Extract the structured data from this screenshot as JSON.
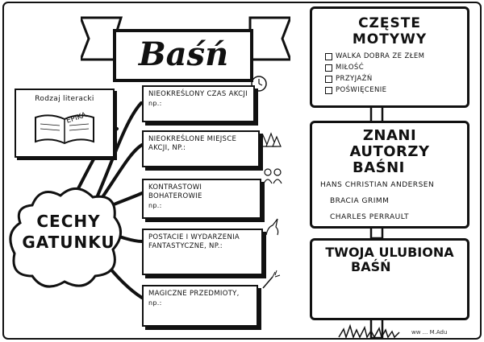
{
  "title": "Baśń",
  "genre": {
    "label": "Rodzaj literacki",
    "book_label": "Epika"
  },
  "center": {
    "line1": "CECHY",
    "line2": "GATUNKU"
  },
  "features": [
    {
      "text": "nieokreślony czas akcji",
      "np": "np.:"
    },
    {
      "text": "nieokreślone miejsce akcji, np.:",
      "np": ""
    },
    {
      "text": "kontrastowi bohaterowie",
      "np": "np.:"
    },
    {
      "text": "postacie i wydarzenia fantastyczne, np.:",
      "np": ""
    },
    {
      "text": "magiczne przedmioty,",
      "np": "np.:"
    }
  ],
  "motifs": {
    "title": "Częste motywy",
    "items": [
      "Walka dobra ze złem",
      "Miłość",
      "Przyjaźń",
      "Poświęcenie"
    ]
  },
  "authors": {
    "title_line1": "Znani autorzy",
    "title_line2": "baśni",
    "items": [
      "Hans Christian Andersen",
      "Bracia Grimm",
      "Charles Perrault"
    ]
  },
  "favorite": {
    "title_line1": "Twoja ulubiona",
    "title_line2": "baśń"
  }
}
